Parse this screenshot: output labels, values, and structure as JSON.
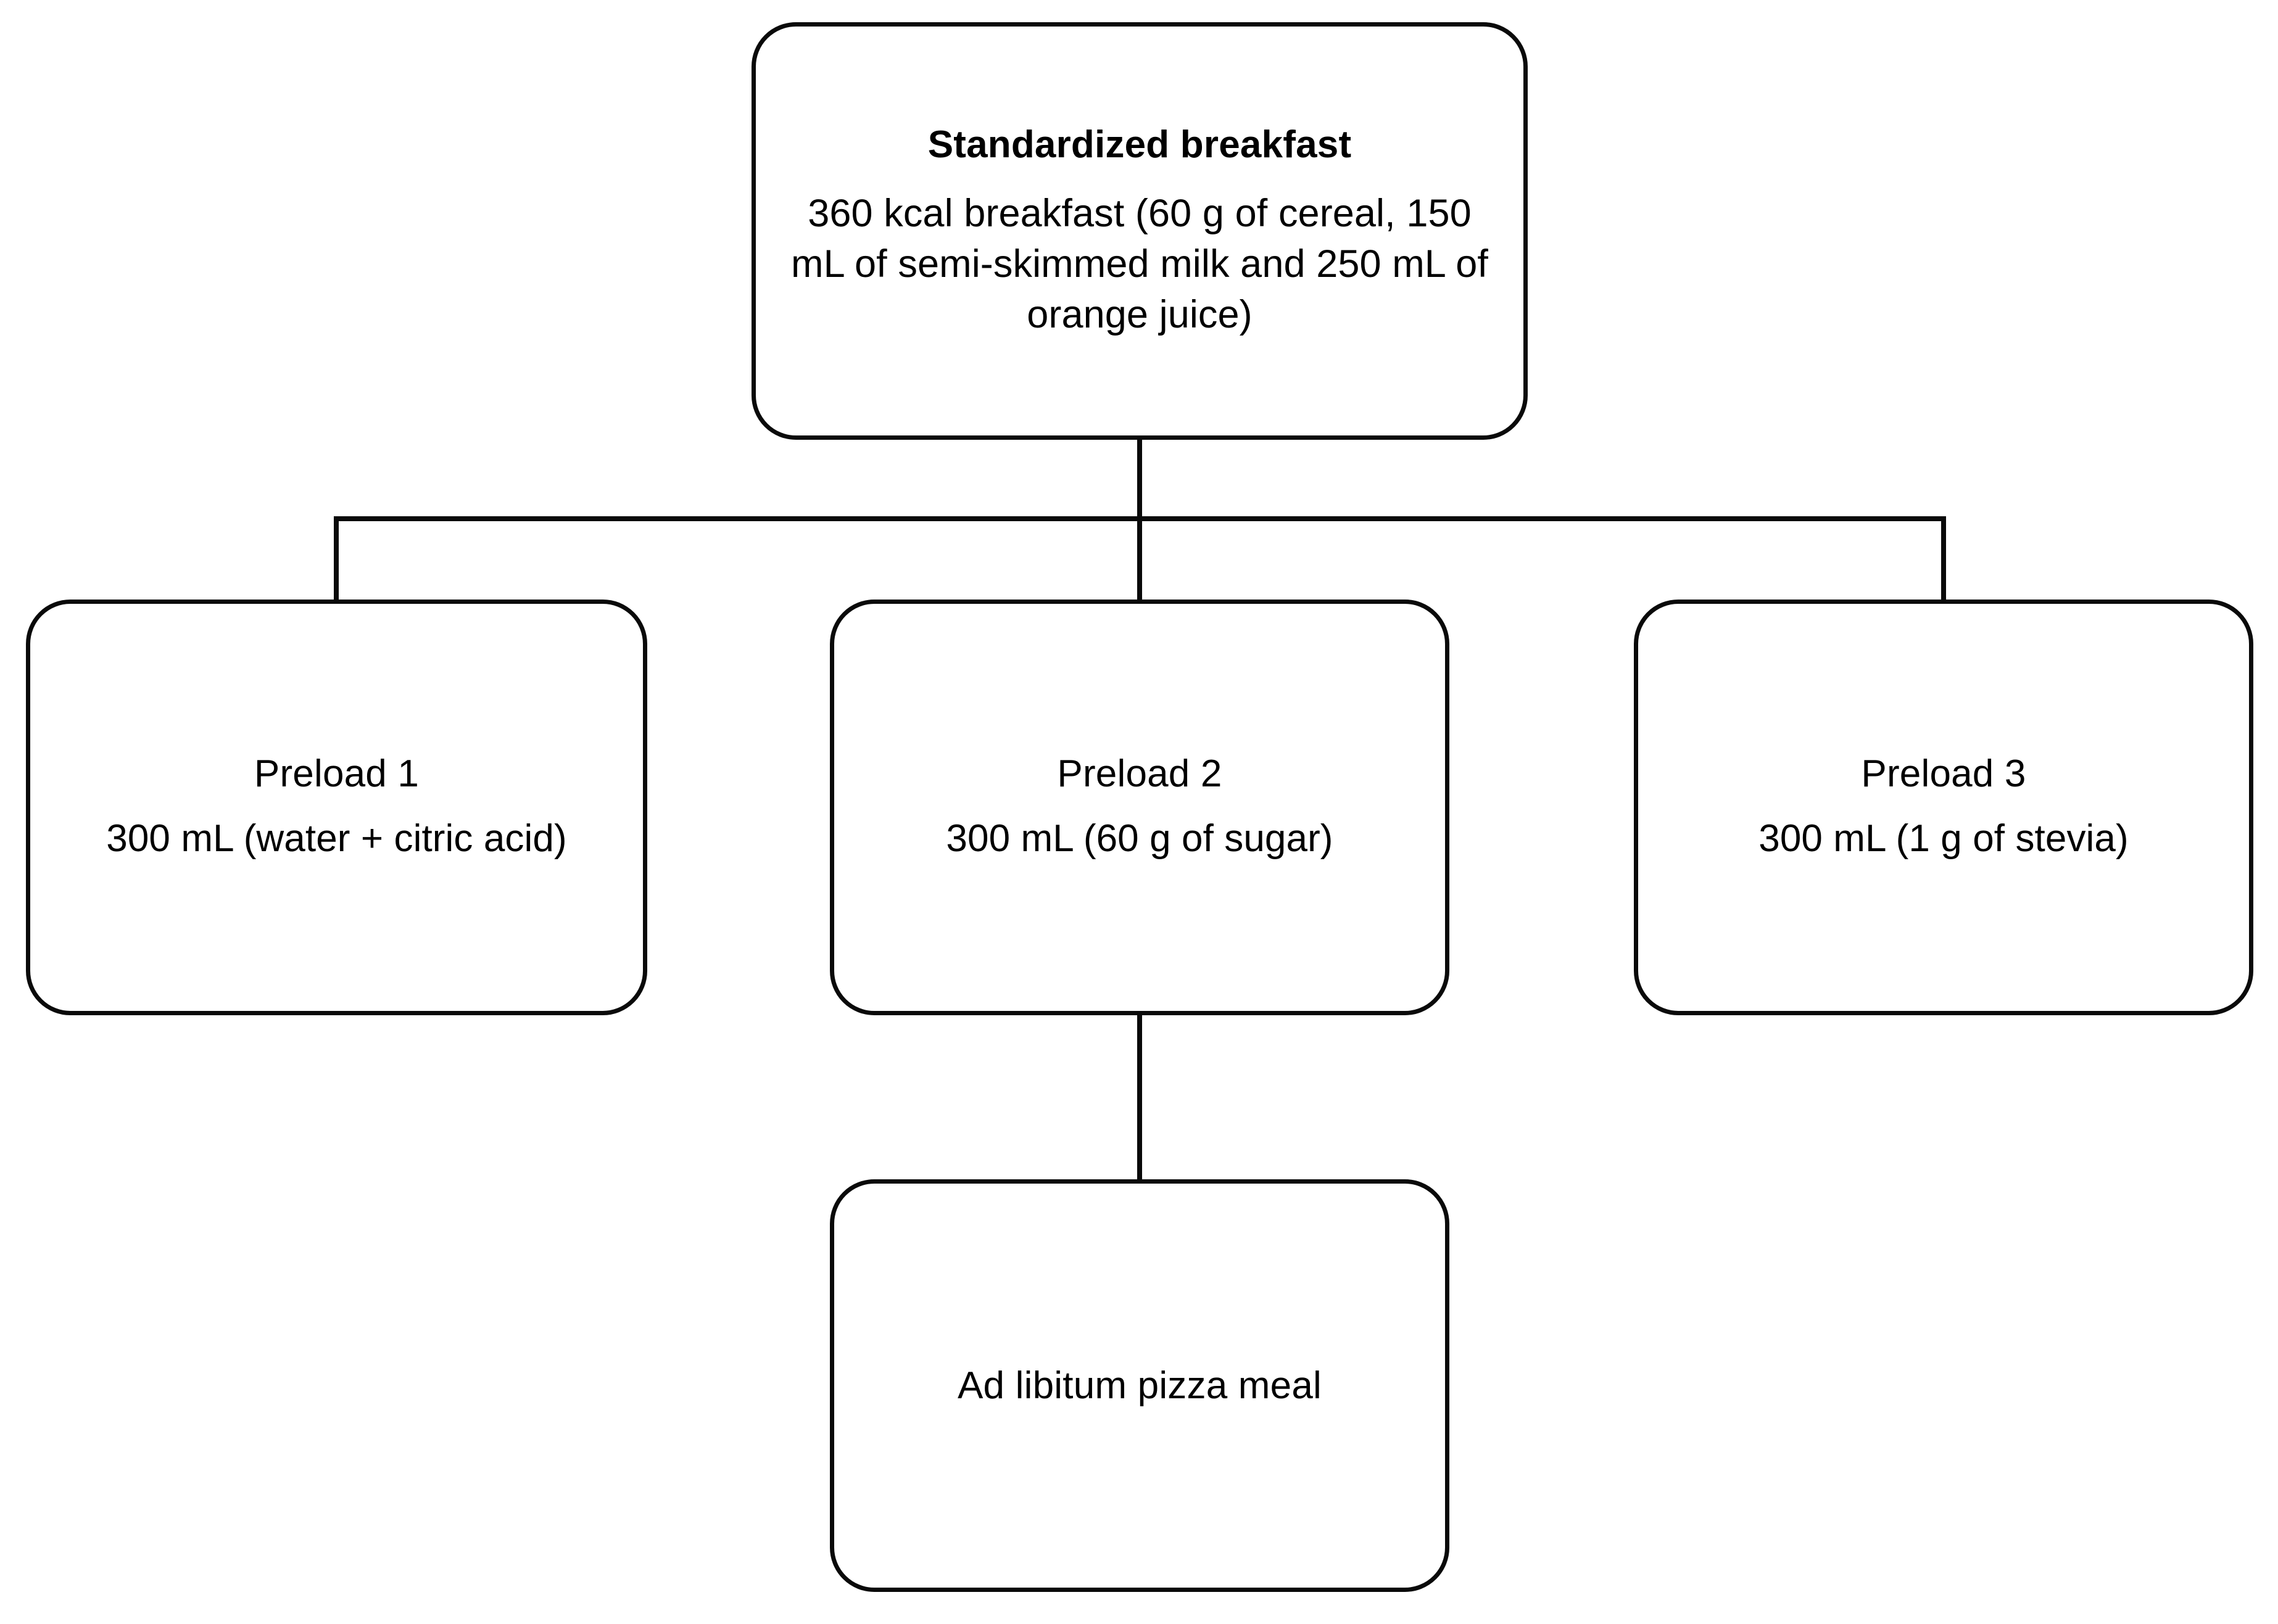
{
  "diagram": {
    "type": "flowchart",
    "orientation": "top-down",
    "nodes": {
      "breakfast": {
        "title": "Standardized breakfast",
        "body": "360 kcal breakfast (60 g of cereal, 150 mL of semi-skimmed milk and 250 mL of orange juice)"
      },
      "preload_1": {
        "title": "Preload 1",
        "body": "300 mL (water + citric acid)"
      },
      "preload_2": {
        "title": "Preload 2",
        "body": "300 mL (60 g of sugar)"
      },
      "preload_3": {
        "title": "Preload 3",
        "body": "300 mL (1 g of stevia)"
      },
      "pizza": {
        "title": "Ad libitum pizza meal"
      }
    },
    "colors": {
      "stroke": "#0a0a0a",
      "fill": "#ffffff",
      "text": "#000000"
    }
  }
}
